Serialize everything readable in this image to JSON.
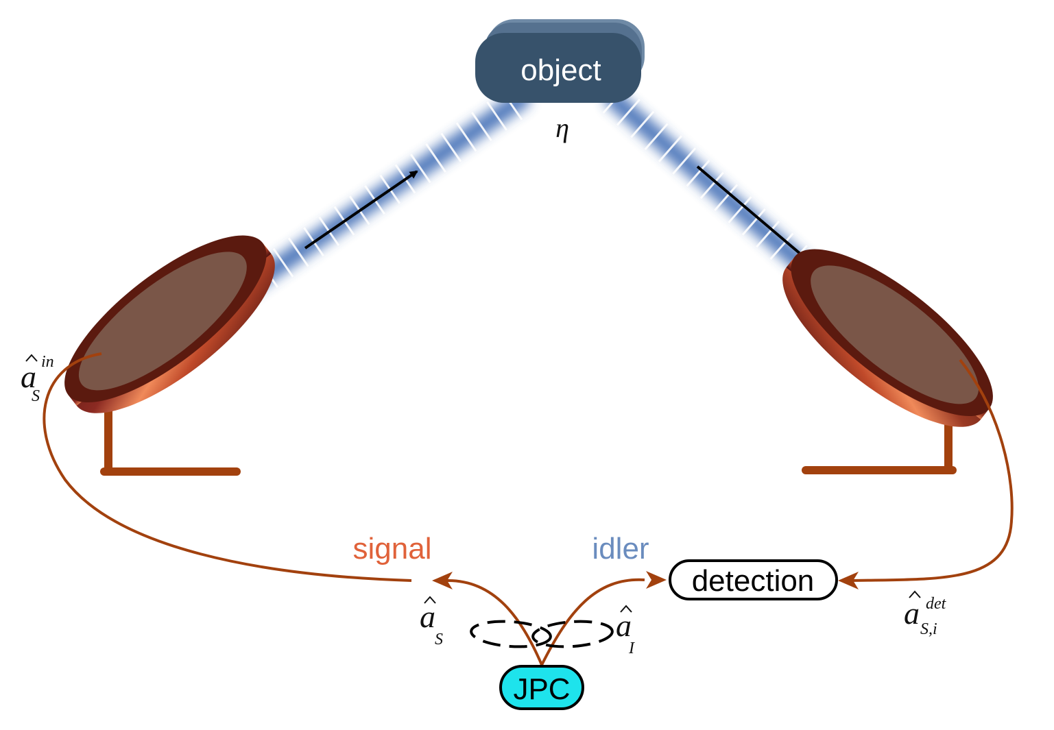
{
  "object": {
    "label": "object"
  },
  "eta": {
    "symbol": "η"
  },
  "signal": {
    "label": "signal",
    "color": "#e0623a"
  },
  "idler": {
    "label": "idler",
    "color": "#6a8cbe"
  },
  "detection": {
    "label": "detection"
  },
  "jpc": {
    "label": "JPC",
    "color": "#1ee3ec"
  },
  "operators": {
    "a_s_in": {
      "base": "a",
      "sub": "S",
      "sup": "in"
    },
    "a_s": {
      "base": "a",
      "sub": "S"
    },
    "a_i": {
      "base": "a",
      "sub": "I"
    },
    "a_det": {
      "base": "a",
      "sub": "S,i",
      "sup": "det"
    }
  },
  "colors": {
    "cable": "#a2410e",
    "beam": "#3c6bb4",
    "object_fill": "#37526b",
    "mirror": "#6e2a1a"
  }
}
